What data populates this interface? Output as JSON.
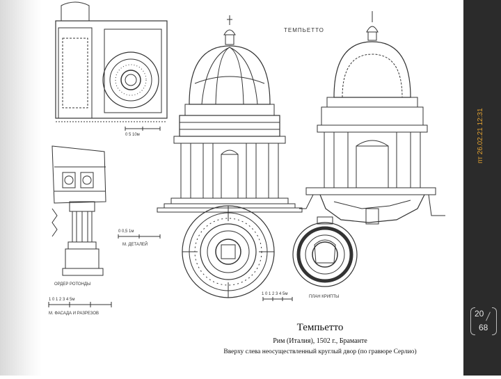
{
  "sidebar": {
    "date_text": "пт 26.02.21 12:31",
    "page_current": "20",
    "page_total": "68"
  },
  "plate": {
    "heading": "ТЕМПЬЕТТО",
    "scale_plan": "0  5  10м",
    "scale_details": "0   0,5   1м",
    "label_details": "М. ДЕТАЛЕЙ",
    "label_order": "ОРДЕР РОТОНДЫ",
    "scale_facade": "1  0  1  2  3  4  5м",
    "label_facade": "М. ФАСАДА И РАЗРЕЗОВ",
    "scale_crypt": "1 0 1 2 3 4 5м",
    "label_plan_crypt": "ПЛАН КРИПТЫ"
  },
  "caption": {
    "title": "Темпьетто",
    "subtitle": "Рим (Италия), 1502 г., Браманте",
    "description": "Вверху слева неосуществленный круглый двор (по гравюре Серлио)"
  },
  "colors": {
    "panel": "#2b2b2b",
    "date": "#e0a030",
    "ink": "#333333"
  }
}
